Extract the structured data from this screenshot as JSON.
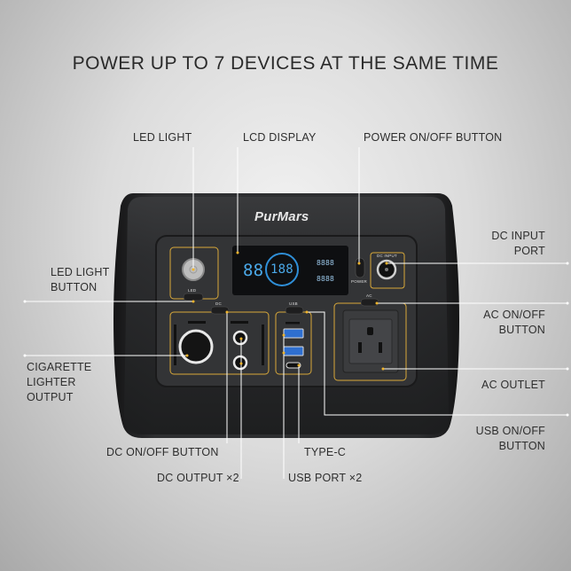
{
  "headline": "POWER UP TO 7 DEVICES AT THE SAME TIME",
  "brand": "PurMars",
  "device_markings": {
    "led": "LED",
    "dc": "DC",
    "usb": "USB",
    "ac": "AC",
    "power": "POWER",
    "dc_input": "DC INPUT",
    "lcd_left_digits": "88",
    "lcd_percent": "188",
    "lcd_input": "8888",
    "lcd_output": "8888"
  },
  "callouts": {
    "led_light": "LED LIGHT",
    "lcd_display": "LCD DISPLAY",
    "power_button": "POWER ON/OFF BUTTON",
    "dc_input_port_1": "DC INPUT",
    "dc_input_port_2": "PORT",
    "led_light_button_1": "LED LIGHT",
    "led_light_button_2": "BUTTON",
    "ac_button_1": "AC ON/OFF",
    "ac_button_2": "BUTTON",
    "cigarette_1": "CIGARETTE",
    "cigarette_2": "LIGHTER",
    "cigarette_3": "OUTPUT",
    "ac_outlet": "AC OUTLET",
    "usb_button_1": "USB ON/OFF",
    "usb_button_2": "BUTTON",
    "dc_button": "DC ON/OFF BUTTON",
    "dc_output": "DC OUTPUT  ×2",
    "type_c": "TYPE-C",
    "usb_port": "USB PORT  ×2"
  },
  "colors": {
    "accent": "#d9a93a",
    "lcd_blue": "#4aa8e8",
    "body": "#2b2c2e"
  }
}
